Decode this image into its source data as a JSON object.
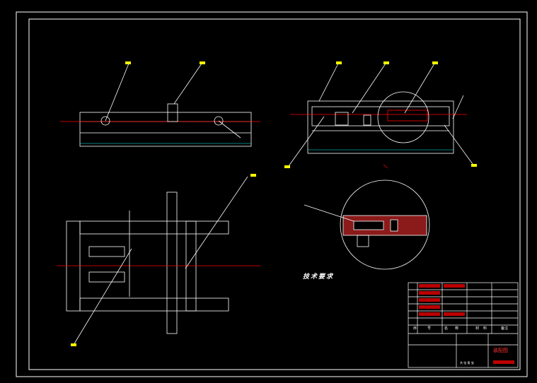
{
  "drawing": {
    "tech_requirements": {
      "title": "技术要求",
      "items": [
        "",
        "",
        "",
        ""
      ]
    },
    "title_block": {
      "table_headers": [
        "序",
        "号",
        "名",
        "称",
        "材",
        "料",
        "备注"
      ],
      "drawing_name": "装配图",
      "sheet_label": "共 张 第 张"
    },
    "colors": {
      "line": "#ffffff",
      "centerline": "#ff0000",
      "leader_label": "#ffff00",
      "dimension": "#00ffff",
      "highlight": "#ff0000",
      "background": "#000000"
    }
  }
}
